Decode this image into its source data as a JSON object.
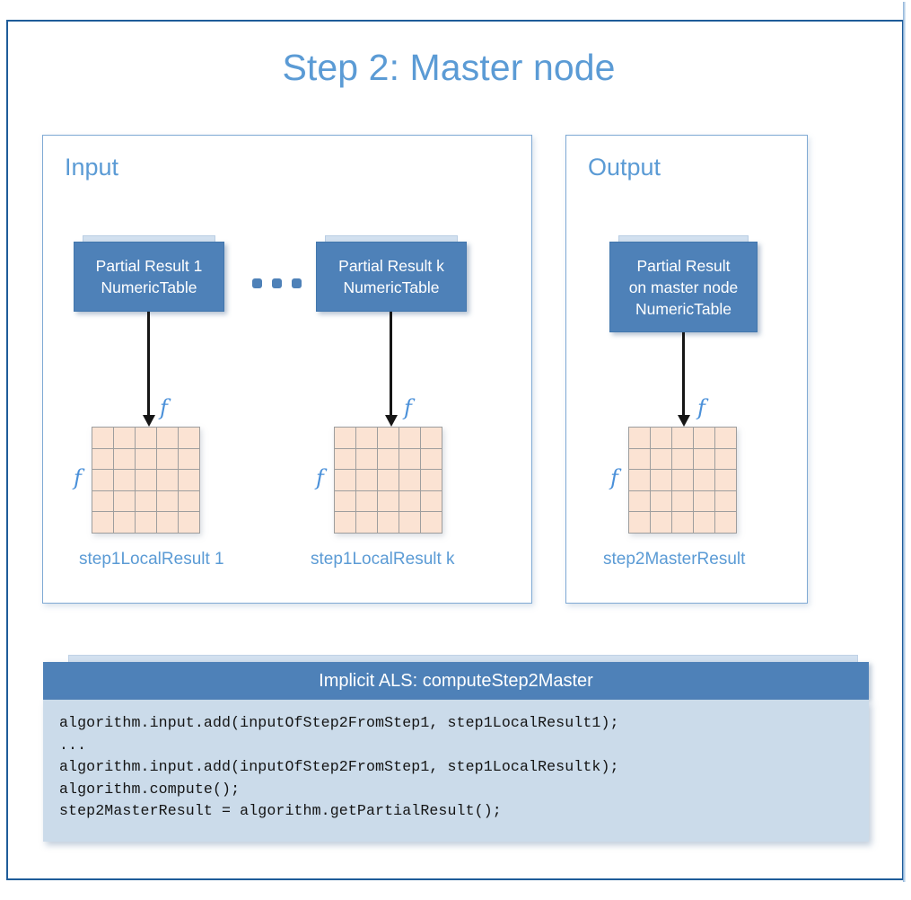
{
  "title": "Step 2: Master node",
  "colors": {
    "accent_blue": "#5B9BD5",
    "box_blue": "#4E81B8",
    "panel_border": "#7FA9D4",
    "matrix_cell": "#FBE3D3",
    "matrix_line": "#9E9E9E",
    "code_body_bg": "#CBDBEA",
    "frame_border": "#1F5C99"
  },
  "panels": {
    "input": {
      "label": "Input",
      "nodes": [
        {
          "id": "partial-result-1",
          "lines": [
            "Partial Result 1",
            "NumericTable"
          ],
          "arrow_label": "f",
          "matrix": {
            "rows": 5,
            "cols": 5,
            "row_label": "f",
            "col_label": "f"
          },
          "caption": "step1LocalResult 1"
        },
        {
          "id": "partial-result-k",
          "lines": [
            "Partial Result k",
            "NumericTable"
          ],
          "arrow_label": "f",
          "matrix": {
            "rows": 5,
            "cols": 5,
            "row_label": "f",
            "col_label": "f"
          },
          "caption": "step1LocalResult k"
        }
      ],
      "ellipsis": "• • •"
    },
    "output": {
      "label": "Output",
      "nodes": [
        {
          "id": "partial-result-master",
          "lines": [
            "Partial Result",
            "on master node",
            "NumericTable"
          ],
          "arrow_label": "f",
          "matrix": {
            "rows": 5,
            "cols": 5,
            "row_label": "f",
            "col_label": "f"
          },
          "caption": "step2MasterResult"
        }
      ]
    }
  },
  "code": {
    "header": "Implicit ALS: computeStep2Master",
    "lines": [
      "algorithm.input.add(inputOfStep2FromStep1, step1LocalResult1);",
      "...",
      "algorithm.input.add(inputOfStep2FromStep1, step1LocalResultk);",
      "algorithm.compute();",
      "step2MasterResult = algorithm.getPartialResult();"
    ]
  }
}
